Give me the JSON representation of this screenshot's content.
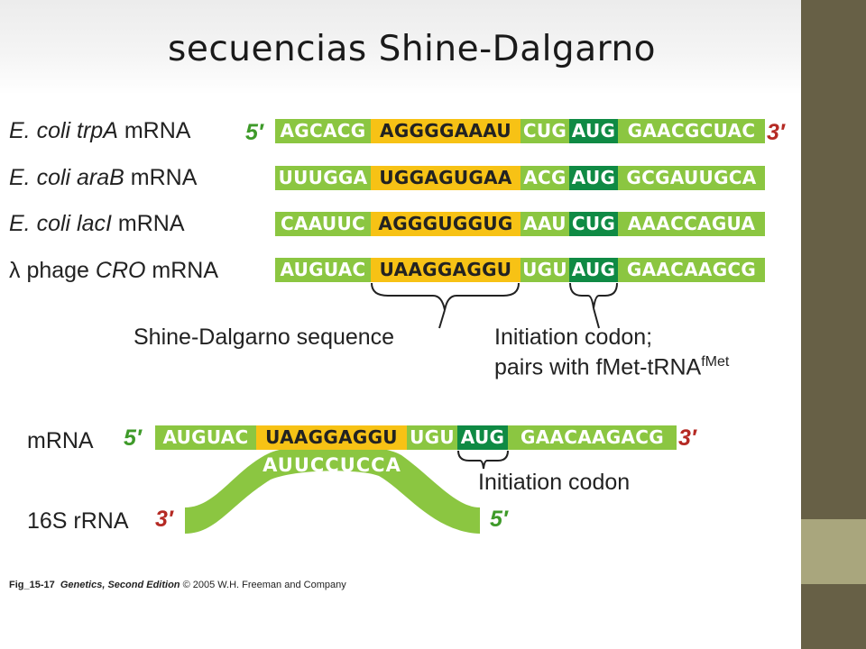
{
  "title": "secuencias Shine-Dalgarno",
  "rows": [
    {
      "label": {
        "italic": "E. coli trpA",
        "rest": " mRNA"
      },
      "five": "5′",
      "three": "3′",
      "seg": {
        "pre": "AGCACG",
        "sd": "AGGGGAAAU",
        "mid": "CUG",
        "codon": "AUG",
        "post": "GAACGCUAC"
      }
    },
    {
      "label": {
        "italic": "E. coli araB",
        "rest": " mRNA"
      },
      "five": "",
      "three": "",
      "seg": {
        "pre": "UUUGGA",
        "sd": "UGGAGUGAA",
        "mid": "ACG",
        "codon": "AUG",
        "post": "GCGAUUGCA"
      }
    },
    {
      "label": {
        "italic": "E. coli lacI",
        "rest": " mRNA"
      },
      "five": "",
      "three": "",
      "seg": {
        "pre": "CAAUUC",
        "sd": "AGGGUGGUG",
        "mid": "AAU",
        "codon": "CUG",
        "post": "AAACCAGUA"
      }
    },
    {
      "label": {
        "lambda": "λ",
        "plain": " phage ",
        "italic": "CRO",
        "rest": " mRNA"
      },
      "five": "",
      "three": "",
      "seg": {
        "pre": "AUGUAC",
        "sd": "UAAGGAGGU",
        "mid": "UGU",
        "codon": "AUG",
        "post": "GAACAAGCG"
      }
    }
  ],
  "annotations": {
    "sd": "Shine-Dalgarno sequence",
    "codon_line1": "Initiation codon;",
    "codon_line2": "pairs with fMet-tRNA",
    "codon_sup": "fMet"
  },
  "bottom": {
    "mrna_label": "mRNA",
    "five": "5′",
    "three": "3′",
    "seg": {
      "pre": "AUGUAC",
      "sd": "UAAGGAGGU",
      "mid": "UGU",
      "codon": "AUG",
      "post": "GAACAAGACG"
    },
    "rrna_seq": "AUUCCUCCA",
    "codon_label": "Initiation codon",
    "rrna_label": "16S rRNA",
    "rrna_three": "3′",
    "rrna_five": "5′"
  },
  "footer": {
    "fig": "Fig_15-17",
    "book": "Genetics, Second Edition",
    "rest": " © 2005 W.H. Freeman and Company"
  },
  "colors": {
    "light_green": "#8bc641",
    "yellow": "#f7c215",
    "dark_green": "#0f8a44",
    "sidebar": "#676046",
    "sidebar_accent": "#a9a67d",
    "green_prime": "#3e9a29",
    "red_prime": "#b52a24"
  }
}
